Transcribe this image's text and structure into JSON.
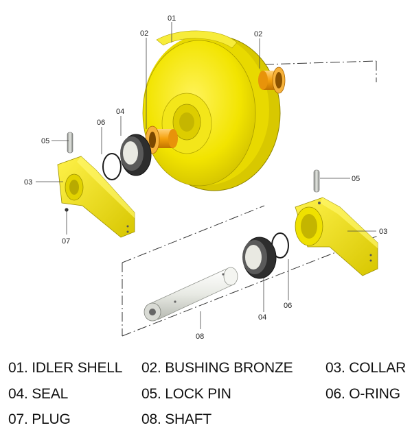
{
  "callouts": {
    "idler_shell": "01",
    "bushing_top": "02",
    "bushing_left": "02",
    "collar_left": "03",
    "collar_right": "03",
    "seal_left": "04",
    "seal_right": "04",
    "lock_pin_left": "05",
    "lock_pin_right": "05",
    "oring_left": "06",
    "oring_right": "06",
    "plug": "07",
    "shaft": "08"
  },
  "legend": {
    "item01": "01. IDLER SHELL",
    "item02": "02. BUSHING BRONZE",
    "item03": "03. COLLAR",
    "item04": "04. SEAL",
    "item05": "05. LOCK PIN",
    "item06": "06. O-RING",
    "item07": "07. PLUG",
    "item08": "08. SHAFT"
  },
  "colors": {
    "part_yellow": "#f2e600",
    "bronze": "#f5a300",
    "shaft": "#e9ebe6",
    "seal": "#3c3c3c"
  }
}
